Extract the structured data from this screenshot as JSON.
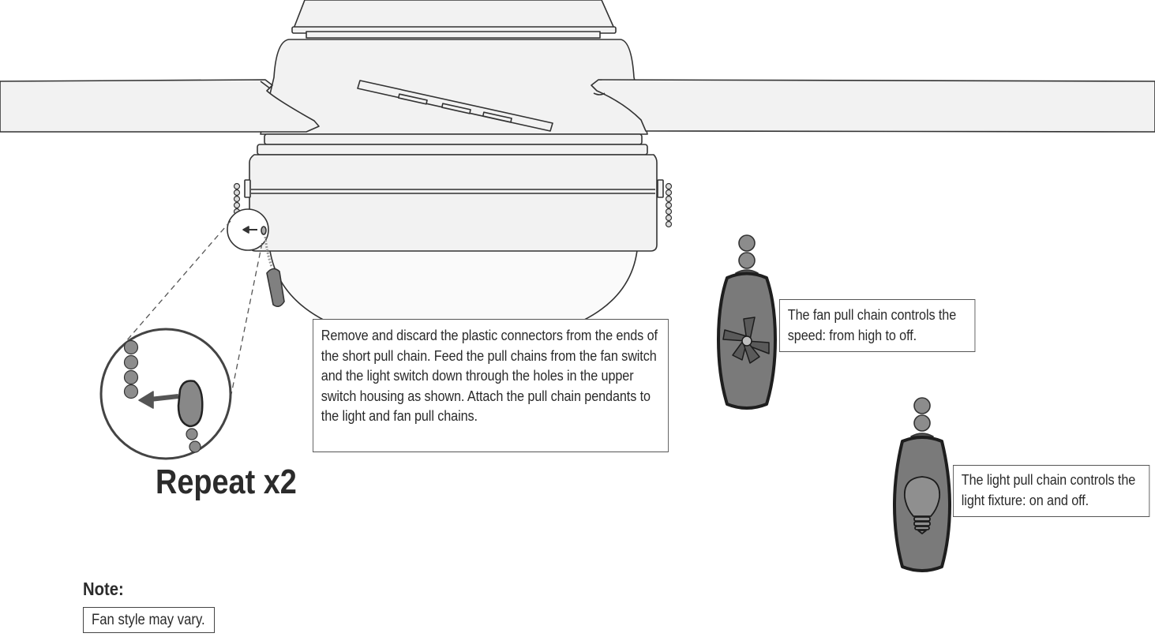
{
  "instructions": {
    "text": "Remove and discard the plastic connectors from the ends of the short pull chain. Feed the pull chains from the fan switch and the light switch down through the holes in the upper switch housing as shown. Attach the pull chain pendants to the light and fan pull chains."
  },
  "repeat_label": "Repeat x2",
  "fan_pendant": {
    "callout": "The fan pull chain controls the speed: from high to off.",
    "icon": "fan-blade-icon"
  },
  "light_pendant": {
    "callout": "The light pull chain controls the light fixture: on and off.",
    "icon": "light-bulb-icon"
  },
  "note": {
    "heading": "Note:",
    "text": "Fan style may vary."
  },
  "colors": {
    "line": "#333333",
    "fan_body": "#f2f2f2",
    "pendant_fill": "#7a7a7a",
    "pendant_border": "#1e1e1e",
    "bead": "#8c8c8c"
  }
}
